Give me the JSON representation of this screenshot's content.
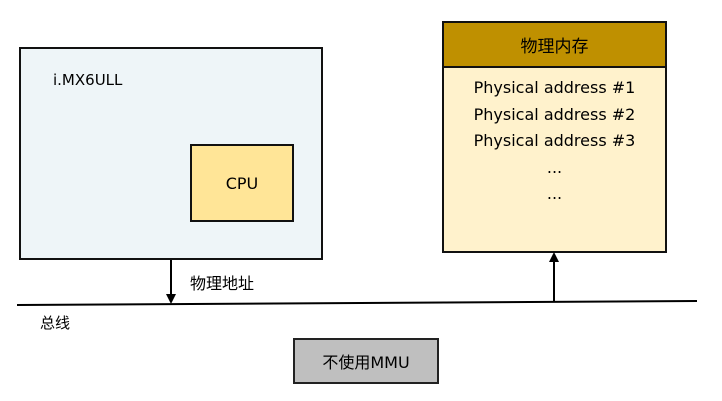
{
  "diagram": {
    "soc": {
      "label": "i.MX6ULL"
    },
    "cpu": {
      "label": "CPU"
    },
    "memory": {
      "title": "物理内存",
      "entries": [
        "Physical address #1",
        "Physical address #2",
        "Physical address #3",
        "...",
        "..."
      ]
    },
    "bus": {
      "label": "总线"
    },
    "cpu_to_bus": {
      "label": "物理地址"
    },
    "mode": {
      "label": "不使用MMU"
    },
    "colors": {
      "soc_fill": "#eef5f8",
      "cpu_fill": "#ffe597",
      "memory_header_fill": "#bf9000",
      "memory_body_fill": "#fff2cc",
      "mode_fill": "#bfbfbf",
      "stroke": "#111111"
    }
  }
}
